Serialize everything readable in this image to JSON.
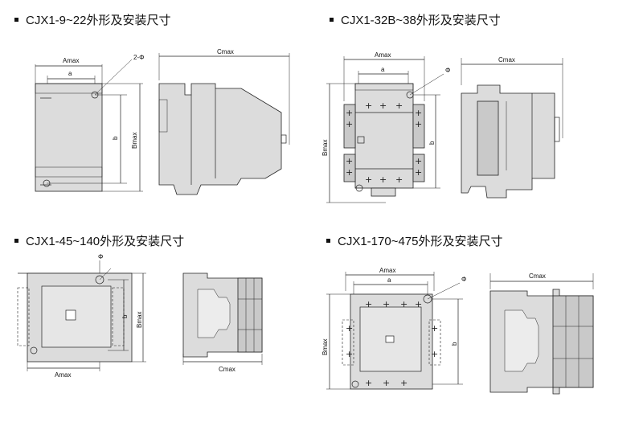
{
  "sections": [
    {
      "title": "CJX1-9~22外形及安装尺寸"
    },
    {
      "title": "CJX1-32B~38外形及安装尺寸"
    },
    {
      "title": "CJX1-45~140外形及安装尺寸"
    },
    {
      "title": "CJX1-170~475外形及安装尺寸"
    }
  ],
  "labels": {
    "amax": "Amax",
    "a": "a",
    "b": "b",
    "bmax": "Bmax",
    "cmax": "Cmax",
    "hole_2phi": "2-Φ",
    "phi": "Φ"
  },
  "colors": {
    "body": "#dcdcdc",
    "line": "#222222"
  }
}
